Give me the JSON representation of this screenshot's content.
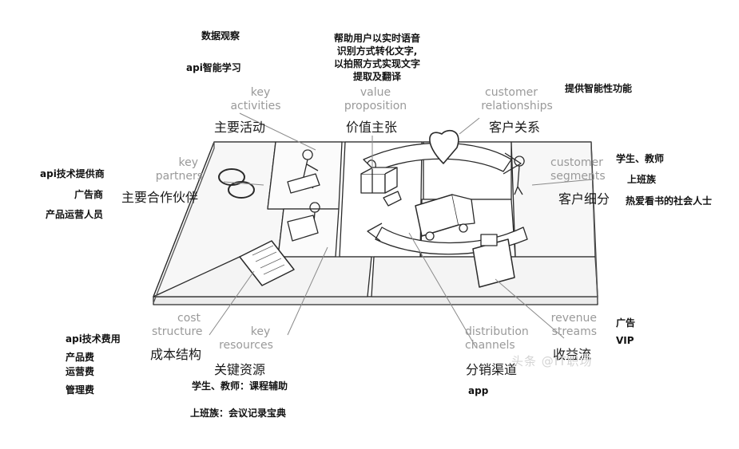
{
  "canvas": {
    "blocks": [
      {
        "en": [
          "key",
          "partners"
        ],
        "zh": "主要合作伙伴"
      },
      {
        "en": [
          "key",
          "activities"
        ],
        "zh": "主要活动"
      },
      {
        "en": [
          "key",
          "resources"
        ],
        "zh": "关键资源"
      },
      {
        "en": [
          "value",
          "proposition"
        ],
        "zh": "价值主张"
      },
      {
        "en": [
          "customer",
          "relationships"
        ],
        "zh": "客户关系"
      },
      {
        "en": [
          "distribution",
          "channels"
        ],
        "zh": "分销渠道"
      },
      {
        "en": [
          "customer",
          "segments"
        ],
        "zh": "客户细分"
      },
      {
        "en": [
          "cost",
          "structure"
        ],
        "zh": "成本结构"
      },
      {
        "en": [
          "revenue",
          "streams"
        ],
        "zh": "收益流"
      }
    ]
  },
  "notes": {
    "key_activities": [
      "数据观察",
      "api智能学习"
    ],
    "value_proposition": [
      "帮助用户以实时语音",
      "识别方式转化文字,",
      "以拍照方式实现文字",
      "提取及翻译"
    ],
    "customer_relationships": [
      "提供智能性功能"
    ],
    "key_partners": [
      "api技术提供商",
      "广告商",
      "产品运营人员"
    ],
    "customer_segments": [
      "学生、教师",
      "上班族",
      "热爱看书的社会人士"
    ],
    "cost_structure": [
      "api技术费用",
      "产品费",
      "运营费",
      "管理费"
    ],
    "key_resources": [
      "学生、教师：课程辅助",
      "上班族：会议记录宝典"
    ],
    "channels": [
      "app"
    ],
    "revenue_streams": [
      "广告",
      "VIP"
    ]
  },
  "watermark": "头条 @IT职场"
}
